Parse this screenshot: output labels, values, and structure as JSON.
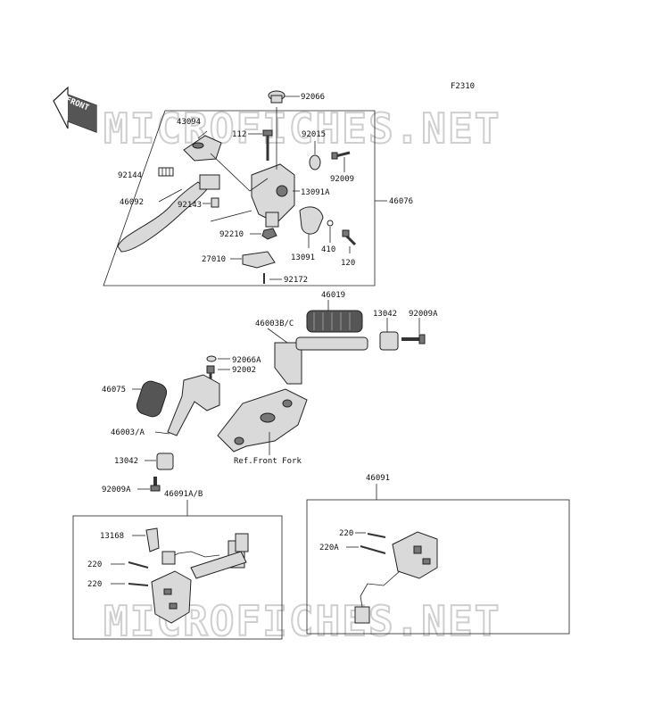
{
  "figure_code": "F2310",
  "watermark": "MICROFICHES.NET",
  "front_badge": "FRONT",
  "ref_note": "Ref.Front Fork",
  "parts": {
    "p92066": "92066",
    "p43094": "43094",
    "p112": "112",
    "p92015": "92015",
    "p92009": "92009",
    "p92144": "92144",
    "p46092": "46092",
    "p13091A": "13091A",
    "p46076": "46076",
    "p92143": "92143",
    "p92210": "92210",
    "p410": "410",
    "p27010": "27010",
    "p13091": "13091",
    "p120": "120",
    "p92172": "92172",
    "p46019": "46019",
    "p46003BC": "46003B/C",
    "p13042a": "13042",
    "p92009A_a": "92009A",
    "p92066A": "92066A",
    "p92002": "92002",
    "p46075": "46075",
    "p46003A": "46003/A",
    "p13042b": "13042",
    "p92009A_b": "92009A",
    "p46091AB": "46091A/B",
    "p46091": "46091",
    "p13168": "13168",
    "p220a": "220",
    "p220b": "220",
    "p220c": "220",
    "p220A": "220A"
  }
}
